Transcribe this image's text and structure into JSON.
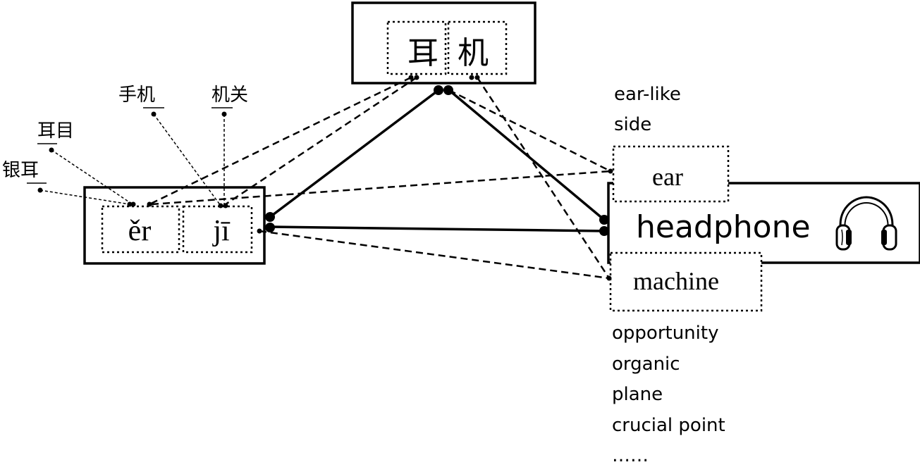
{
  "hanzi_box": {
    "char1": "耳",
    "char2": "机"
  },
  "pinyin_box": {
    "syl1": "ěr",
    "syl2": "jī"
  },
  "english_box": {
    "word": "headphone",
    "part1": "ear",
    "part2": "machine",
    "icon": "headphones-icon"
  },
  "compounds": [
    {
      "chars": "银耳",
      "underlined": "耳"
    },
    {
      "chars": "耳目",
      "underlined": "耳"
    },
    {
      "chars": "手机",
      "underlined": "机"
    },
    {
      "chars": "机关",
      "underlined": "机"
    }
  ],
  "ear_senses": [
    "ear-like",
    "side"
  ],
  "machine_senses": [
    "opportunity",
    "organic",
    "plane",
    "crucial point",
    "……"
  ]
}
